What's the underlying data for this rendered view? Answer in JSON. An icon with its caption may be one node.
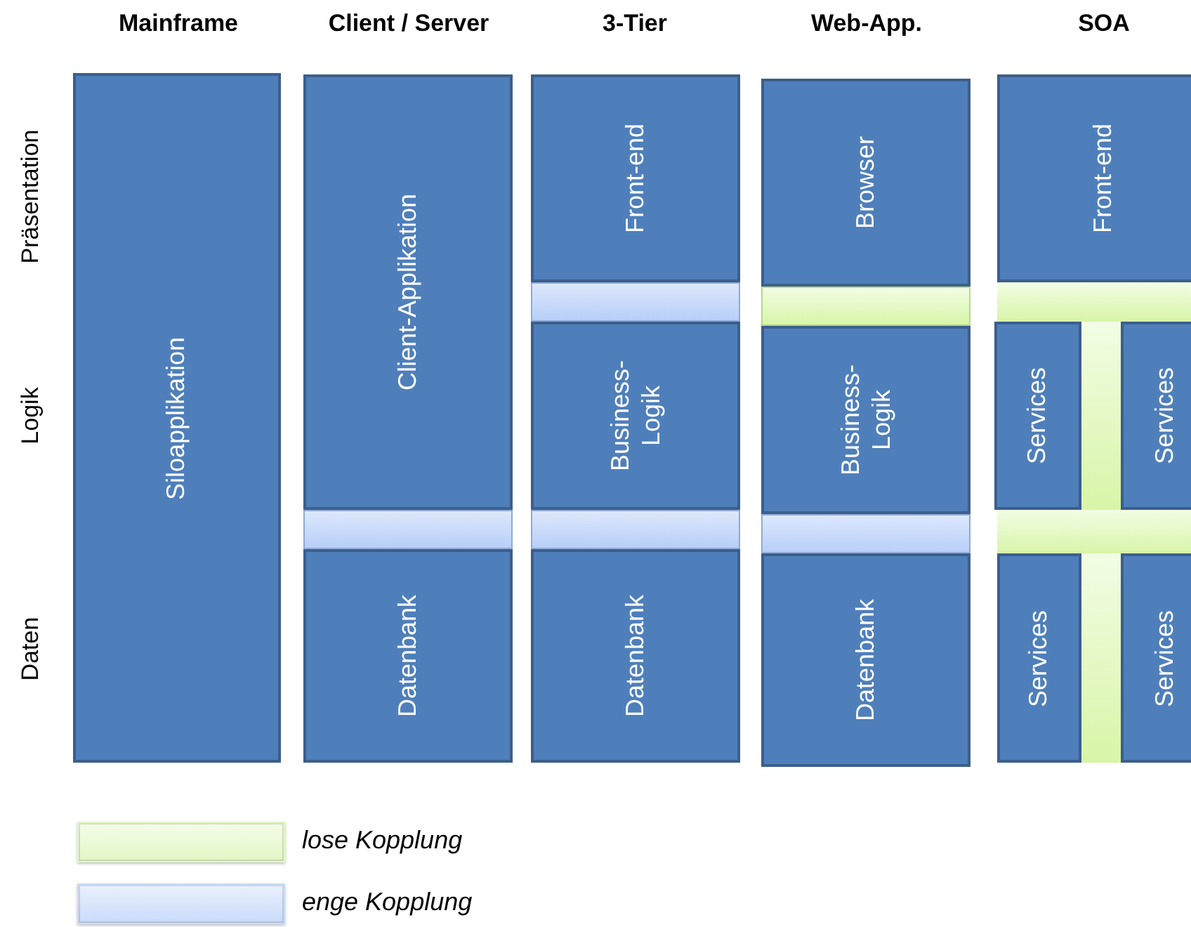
{
  "diagram": {
    "nodes": [
      {
        "text": [
          "Siloapplikation"
        ]
      },
      {
        "text": [
          "Client-Applikation"
        ]
      },
      {
        "text": [
          "Datenbank"
        ]
      },
      {
        "text": [
          "Front-end"
        ]
      },
      {
        "text": [
          "Business- Logik"
        ]
      },
      {
        "text": [
          "Datenbank"
        ]
      },
      {
        "text": [
          "Browser"
        ]
      },
      {
        "text": [
          "Business- Logik"
        ]
      },
      {
        "text": [
          "Datenbank"
        ]
      },
      {
        "text": [
          "Front-end"
        ]
      },
      {
        "text": [
          "Services"
        ]
      },
      {
        "text": [
          "Services"
        ]
      },
      {
        "text": [
          "Services"
        ]
      },
      {
        "text": [
          "Services"
        ]
      },
      {
        "text": [],
        "shape": "bar"
      },
      {
        "text": [],
        "shape": "bar"
      },
      {
        "text": [],
        "shape": "bar"
      },
      {
        "text": [],
        "shape": "bar"
      },
      {
        "text": [],
        "shape": "bar"
      },
      {
        "text": [],
        "shape": "bar"
      },
      {
        "text": [],
        "shape": "bar"
      },
      {
        "text": [],
        "shape": "bar"
      },
      {
        "text": [],
        "shape": "bar"
      }
    ],
    "labels": [
      "Mainframe",
      "Client / Server",
      "3-Tier",
      "Web-App.",
      "SOA",
      "Präsentation",
      "Logik",
      "Daten"
    ],
    "legend": [
      {
        "text": "lose Kopplung",
        "color": "#e2f8c4"
      },
      {
        "text": "enge Kopplung",
        "color": "#c9dbfa"
      }
    ]
  }
}
